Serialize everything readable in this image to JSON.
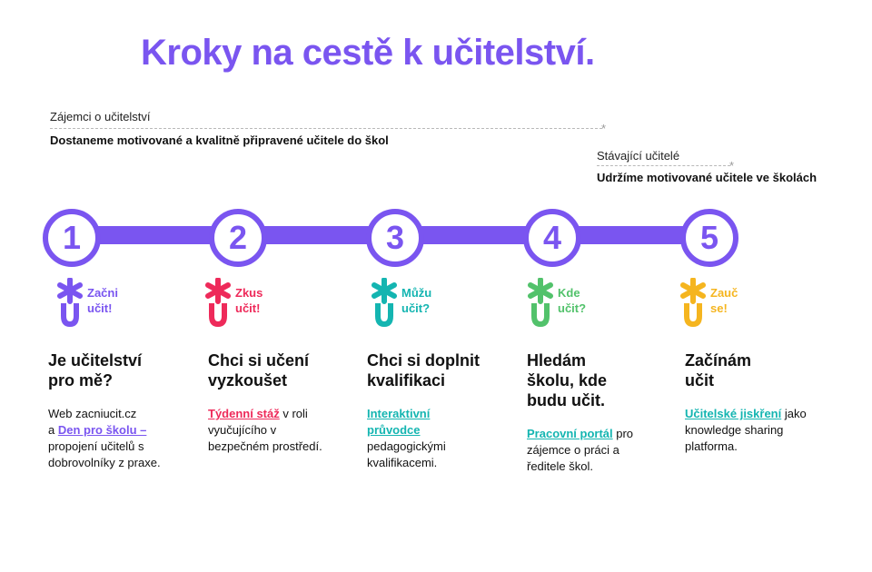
{
  "title": "Kroky na cestě k učitelství.",
  "audiences": [
    {
      "label": "Zájemci o učitelství",
      "goal": "Dostaneme motivované a kvalitně připravené učitele do škol"
    },
    {
      "label": "Stávající učitelé",
      "goal": "Udržíme motivované učitele ve školách"
    }
  ],
  "colors": {
    "accent": "#7a55f0",
    "red": "#ee2a5a",
    "teal": "#14b5b1",
    "green": "#52c26b",
    "yellow": "#f5b51f"
  },
  "steps": [
    {
      "number": "1",
      "logo_line1": "Začni",
      "logo_line2": "učit!",
      "color": "#7a55f0",
      "heading_line1": "Je učitelství",
      "heading_line2": "pro mě?",
      "text_pre": "Web zacniucit.cz\na ",
      "link": "Den pro školu –",
      "text_post": " propojení učitelů s dobrovolníky z praxe."
    },
    {
      "number": "2",
      "logo_line1": "Zkus",
      "logo_line2": "učit!",
      "color": "#ee2a5a",
      "heading_line1": "Chci si učení",
      "heading_line2": "vyzkoušet",
      "link": "Týdenní stáž",
      "text_post": " v roli vyučujícího v bezpečném prostředí."
    },
    {
      "number": "3",
      "logo_line1": "Můžu",
      "logo_line2": "učit?",
      "color": "#14b5b1",
      "heading_line1": "Chci si doplnit",
      "heading_line2": "kvalifikaci",
      "link": "Interaktivní průvodce",
      "text_post": " pedagogickými kvalifikacemi."
    },
    {
      "number": "4",
      "logo_line1": "Kde",
      "logo_line2": "učit?",
      "color": "#52c26b",
      "heading_line1": "Hledám",
      "heading_line2": "školu, kde",
      "heading_line3": "budu učit.",
      "link": "Pracovní portál",
      "text_post": " pro zájemce o práci a ředitele škol."
    },
    {
      "number": "5",
      "logo_line1": "Zauč",
      "logo_line2": "se!",
      "color": "#f5b51f",
      "heading_line1": "Začínám",
      "heading_line2": "učit",
      "link": "Učitelské jiskření",
      "text_post": " jako knowledge sharing platforma."
    }
  ]
}
